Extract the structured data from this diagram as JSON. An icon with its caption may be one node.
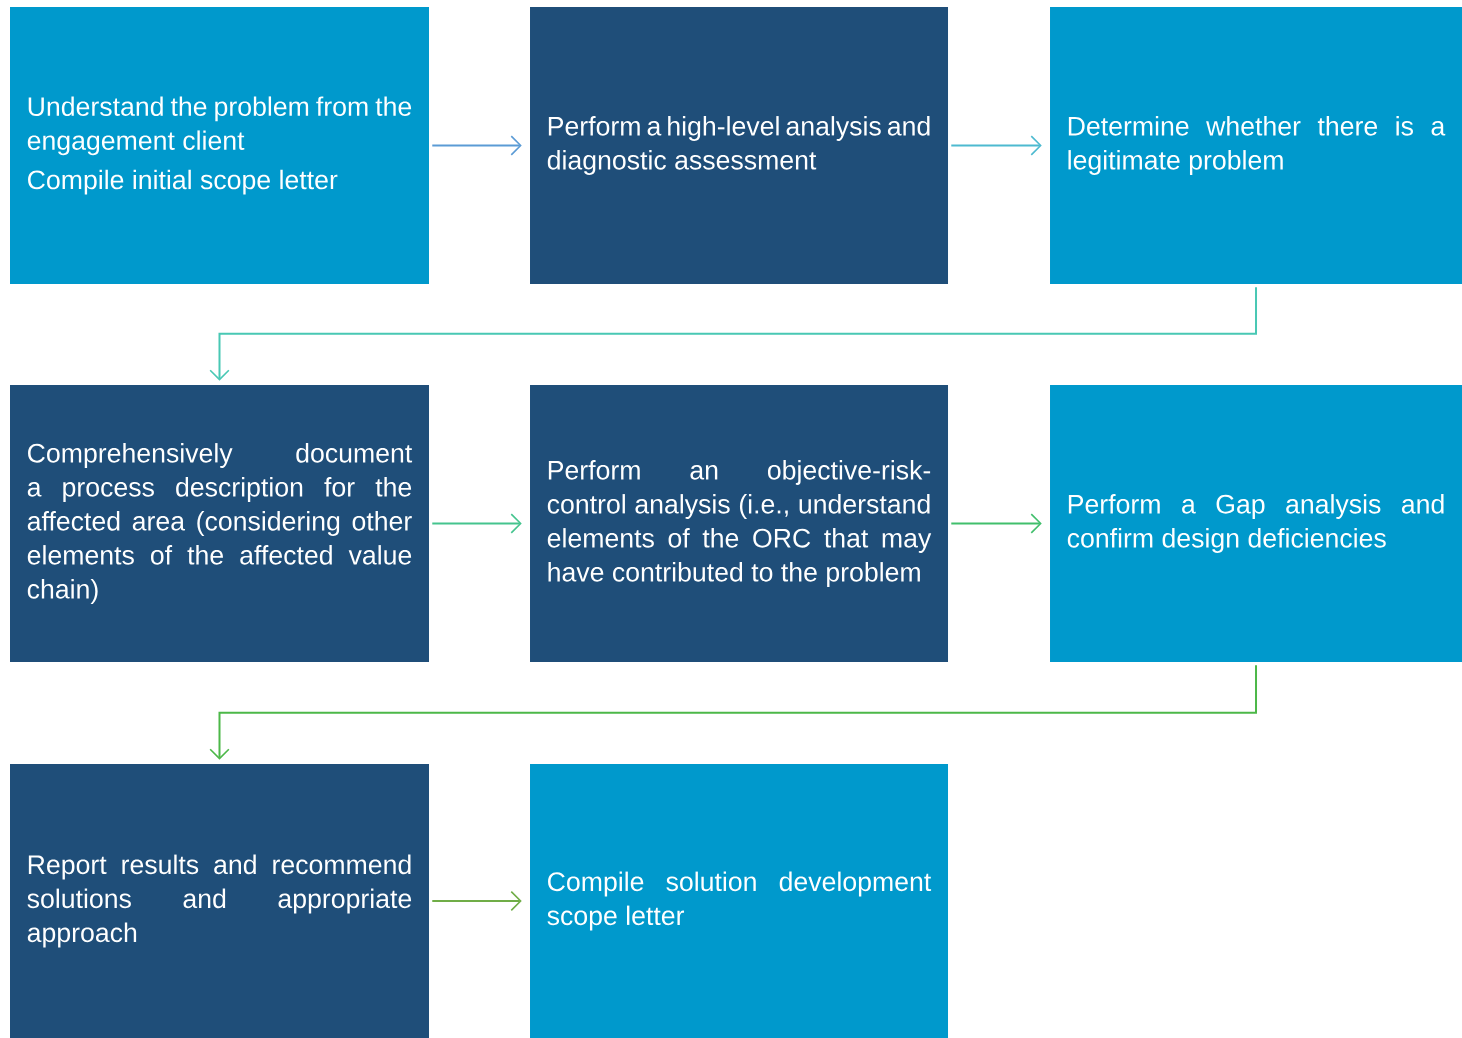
{
  "diagram": {
    "nodes": [
      {
        "text": [
          "Understand the problem from the engagement client",
          "Compile initial scope letter"
        ]
      },
      {
        "text": [
          "Perform a high-level analysis and diagnostic assessment"
        ]
      },
      {
        "text": [
          "Determine whether there is a legitimate problem"
        ]
      },
      {
        "text": [
          "Comprehensively document a process description for the affected area (considering other elements of the affected value chain)"
        ]
      },
      {
        "text": [
          "Perform an objective-risk-control analysis (i.e., understand elements of the ORC that may have contributed to the problem"
        ]
      },
      {
        "text": [
          "Perform a Gap analysis and confirm design deficiencies"
        ]
      },
      {
        "text": [
          "Report results and recommend solutions and appropriate approach"
        ]
      },
      {
        "text": [
          "Compile solution development scope letter"
        ]
      }
    ],
    "edges": [
      {
        "from": 0,
        "to": 1,
        "arrow": "to",
        "color": "#5b9bd5"
      },
      {
        "from": 1,
        "to": 2,
        "arrow": "to",
        "color": "#4dbad0"
      },
      {
        "from": 2,
        "to": 3,
        "arrow": "to",
        "color": "#48c8b4"
      },
      {
        "from": 3,
        "to": 4,
        "arrow": "to",
        "color": "#45c48e"
      },
      {
        "from": 4,
        "to": 5,
        "arrow": "to",
        "color": "#41bf6c"
      },
      {
        "from": 5,
        "to": 6,
        "arrow": "to",
        "color": "#4cb848"
      },
      {
        "from": 6,
        "to": 7,
        "arrow": "to",
        "color": "#70ad47"
      }
    ]
  }
}
